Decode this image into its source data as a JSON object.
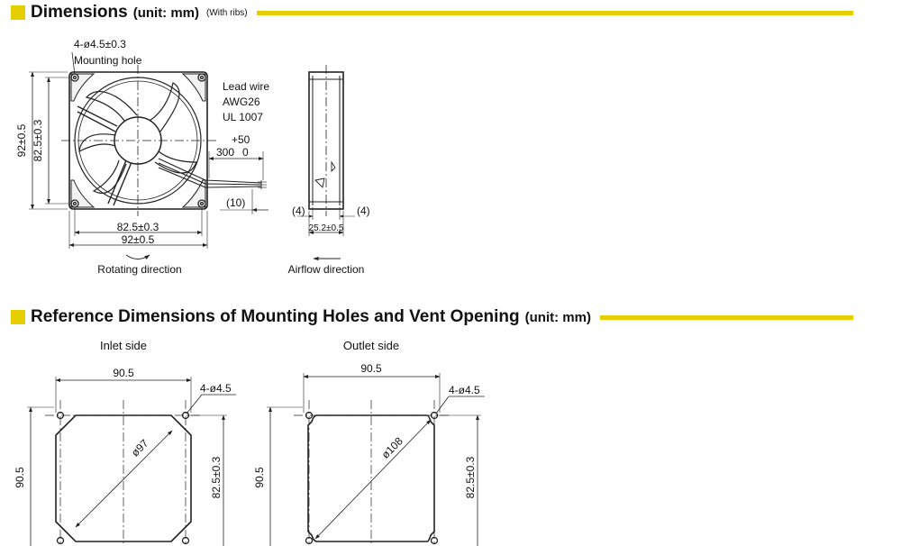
{
  "section1": {
    "title": "Dimensions",
    "unit": "(unit: mm)",
    "note": "(With ribs)"
  },
  "section2": {
    "title": "Reference Dimensions of Mounting Holes and Vent Opening",
    "unit": "(unit: mm)"
  },
  "front": {
    "hole_spec": "4-ø4.5±0.3",
    "hole_label": "Mounting hole",
    "lead_wire": "Lead wire",
    "awg": "AWG26",
    "ul": "UL 1007",
    "tol_upper": "+50",
    "wire_length": "300",
    "tol_lower": "0",
    "strip_length": "(10)",
    "height_outer": "92±0.5",
    "height_inner": "82.5±0.3",
    "width_inner": "82.5±0.3",
    "width_outer": "92±0.5",
    "rotating": "Rotating direction"
  },
  "side": {
    "left_rib": "(4)",
    "right_rib": "(4)",
    "depth": "25.2±0.5",
    "airflow": "Airflow direction"
  },
  "inlet": {
    "label": "Inlet side",
    "width": "90.5",
    "holes": "4-ø4.5",
    "diameter": "ø97",
    "height": "90.5",
    "pitch": "82.5±0.3"
  },
  "outlet": {
    "label": "Outlet side",
    "width": "90.5",
    "holes": "4-ø4.5",
    "diameter": "ø108",
    "height": "90.5",
    "pitch": "82.5±0.3"
  },
  "colors": {
    "accent": "#e5cf00",
    "line": "#222222"
  }
}
